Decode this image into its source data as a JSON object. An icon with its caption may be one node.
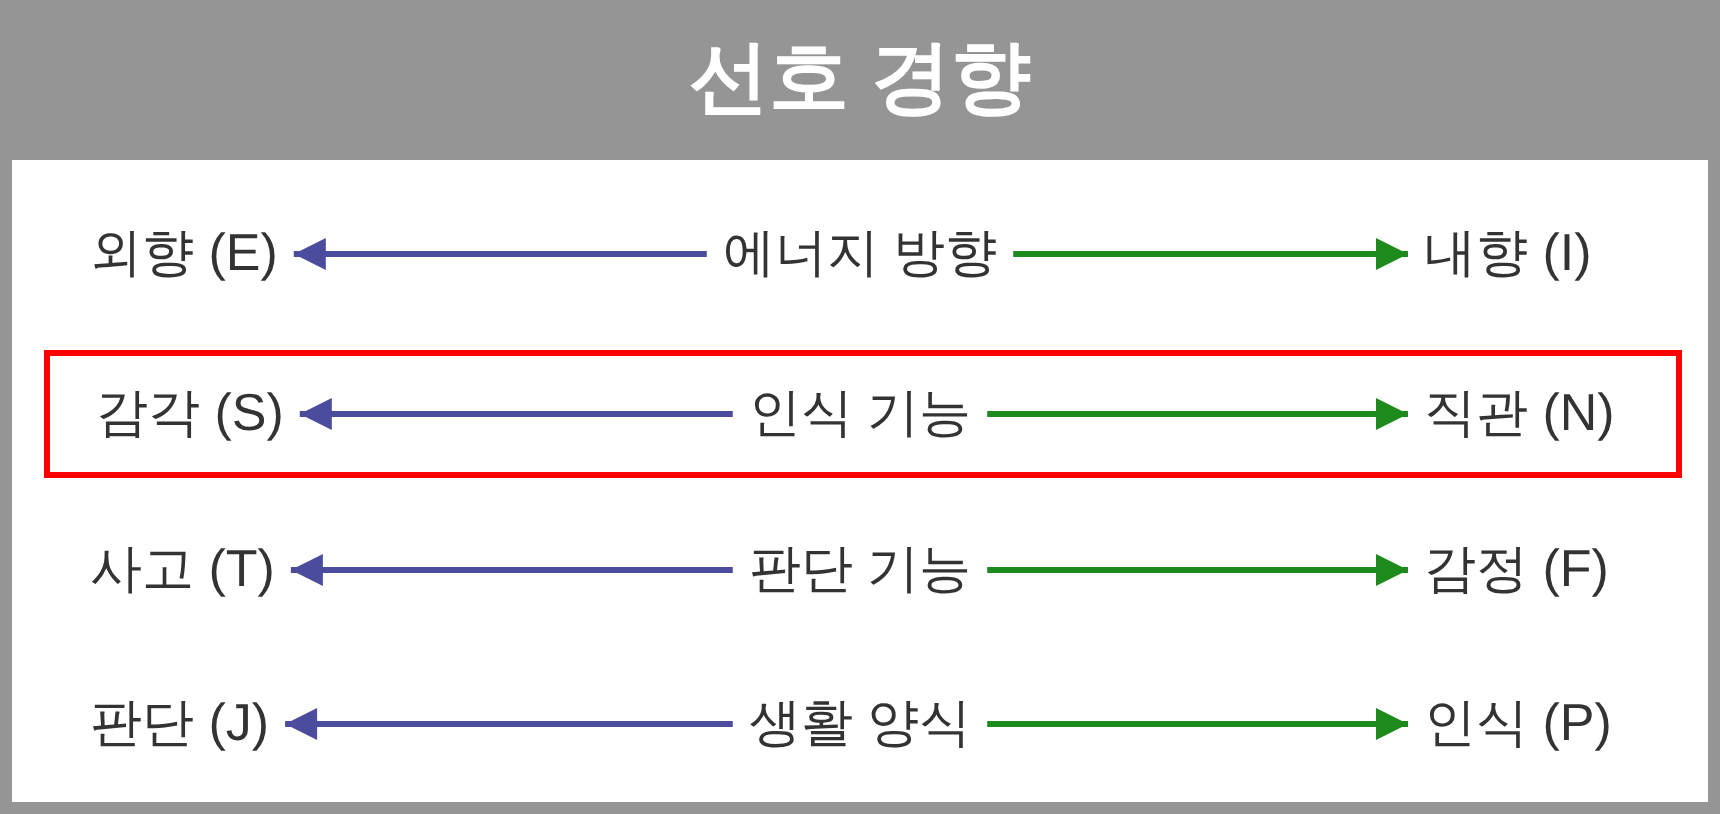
{
  "diagram": {
    "title": "선호 경향",
    "nodes": [
      {
        "text": [
          "외향 (E)"
        ]
      },
      {
        "text": [
          "에너지 방향"
        ]
      },
      {
        "text": [
          "내향 (I)"
        ]
      },
      {
        "text": [],
        "shape": "box"
      },
      {
        "text": [
          "감각 (S)"
        ],
        "in": 3
      },
      {
        "text": [
          "인식 기능"
        ],
        "in": 3
      },
      {
        "text": [
          "직관 (N)"
        ],
        "in": 3
      },
      {
        "text": [
          "사고 (T)"
        ]
      },
      {
        "text": [
          "판단 기능"
        ]
      },
      {
        "text": [
          "감정 (F)"
        ]
      },
      {
        "text": [
          "판단 (J)"
        ]
      },
      {
        "text": [
          "생활 양식"
        ]
      },
      {
        "text": [
          "인식 (P)"
        ]
      }
    ],
    "edges": [
      {
        "from": 1,
        "to": 0,
        "arrow": "to",
        "color": "#4b4c9e"
      },
      {
        "from": 1,
        "to": 2,
        "arrow": "to",
        "color": "#1c8a1c"
      },
      {
        "from": 5,
        "to": 4,
        "arrow": "to",
        "color": "#4b4c9e"
      },
      {
        "from": 5,
        "to": 6,
        "arrow": "to",
        "color": "#1c8a1c"
      },
      {
        "from": 8,
        "to": 7,
        "arrow": "to",
        "color": "#4b4c9e"
      },
      {
        "from": 8,
        "to": 9,
        "arrow": "to",
        "color": "#1c8a1c"
      },
      {
        "from": 11,
        "to": 10,
        "arrow": "to",
        "color": "#4b4c9e"
      },
      {
        "from": 11,
        "to": 12,
        "arrow": "to",
        "color": "#1c8a1c"
      }
    ]
  }
}
